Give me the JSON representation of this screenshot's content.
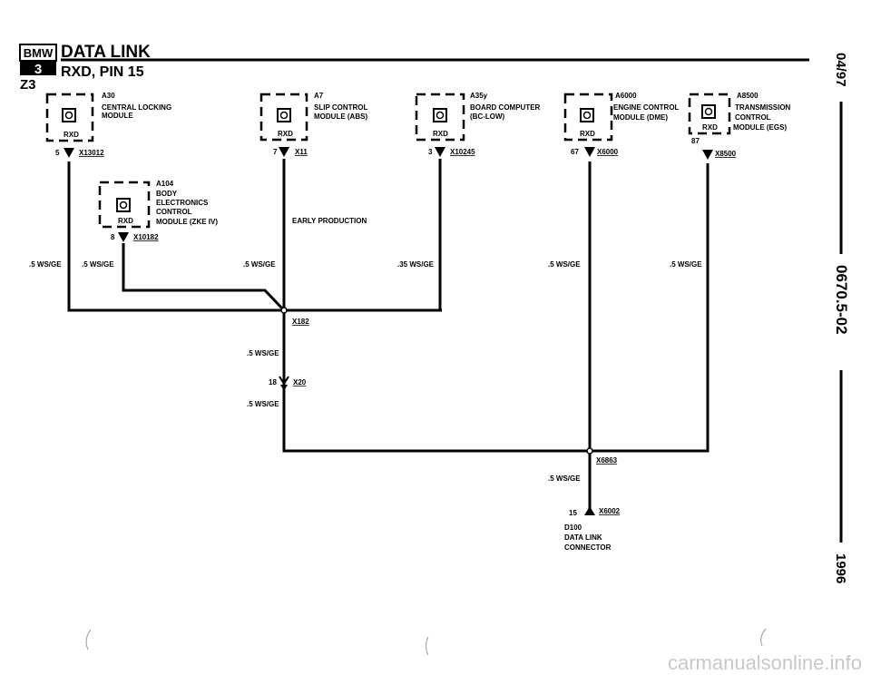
{
  "header": {
    "logo_bmw": "BMW",
    "logo_series": "3",
    "title": "DATA LINK",
    "subtitle": "RXD, PIN 15",
    "model": "Z3"
  },
  "side_labels": {
    "date": "04/97",
    "doc_number": "0670.5-02",
    "year": "1996"
  },
  "modules": [
    {
      "id": "A30",
      "lines": [
        "CENTRAL LOCKING",
        "MODULE"
      ],
      "pin_label": "RXD",
      "pin": "5",
      "connector": "X13012"
    },
    {
      "id": "A104",
      "lines": [
        "BODY",
        "ELECTRONICS",
        "CONTROL",
        "MODULE (ZKE IV)"
      ],
      "pin_label": "RXD",
      "pin": "8",
      "connector": "X10182"
    },
    {
      "id": "A7",
      "lines": [
        "SLIP CONTROL",
        "MODULE (ABS)"
      ],
      "pin_label": "RXD",
      "pin": "7",
      "connector": "X11"
    },
    {
      "id": "A35y",
      "lines": [
        "BOARD COMPUTER",
        "(BC-LOW)"
      ],
      "pin_label": "RXD",
      "pin": "3",
      "connector": "X10245"
    },
    {
      "id": "A6000",
      "lines": [
        "ENGINE CONTROL",
        "MODULE (DME)"
      ],
      "pin_label": "RXD",
      "pin": "67",
      "connector": "X6000"
    },
    {
      "id": "A8500",
      "lines": [
        "TRANSMISSION",
        "CONTROL",
        "MODULE (EGS)"
      ],
      "pin_label": "RXD",
      "pin": "87",
      "connector": "X8500"
    }
  ],
  "wire_labels": {
    "w_a30": ".5 WS/GE",
    "w_a104": ".5 WS/GE",
    "w_a7": ".5 WS/GE",
    "w_a35": ".35 WS/GE",
    "w_a6000": ".5 WS/GE",
    "w_a8500": ".5 WS/GE",
    "w_mid1": ".5 WS/GE",
    "w_mid2": ".5 WS/GE",
    "w_d100": ".5 WS/GE"
  },
  "notes": {
    "early_production": "EARLY PRODUCTION"
  },
  "splices": {
    "x182": "X182",
    "x6863": "X6863"
  },
  "connector_x20": {
    "pin": "18",
    "id": "X20"
  },
  "connector_x6002": {
    "pin": "15",
    "id": "X6002"
  },
  "d100": {
    "lines": [
      "D100",
      "DATA LINK",
      "CONNECTOR"
    ]
  },
  "watermark": "carmanualsonline.info"
}
